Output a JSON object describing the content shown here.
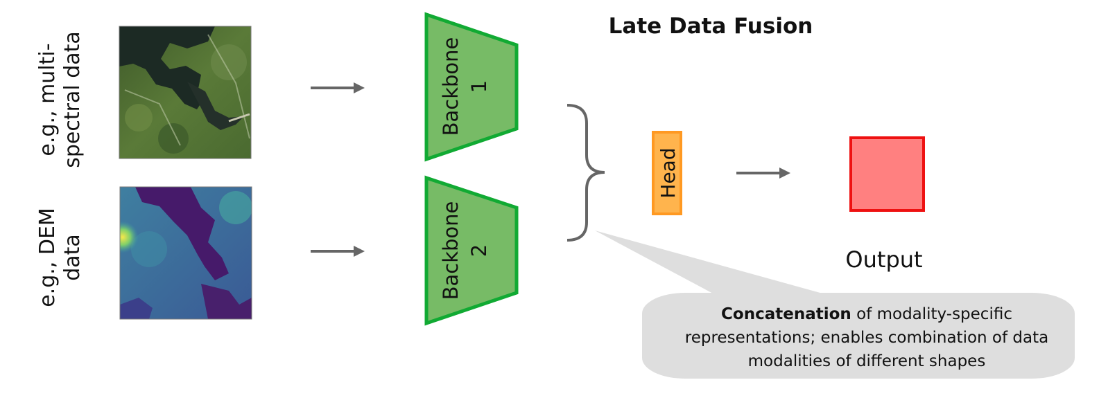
{
  "title": "Late Data Fusion",
  "inputs": [
    {
      "label_lines": [
        "e.g., multi-",
        "spectral data"
      ],
      "image_icon": "satellite-image-thumbnail"
    },
    {
      "label_lines": [
        "e.g., DEM",
        "data"
      ],
      "image_icon": "dem-heatmap-thumbnail"
    }
  ],
  "backbones": [
    {
      "name": "Backbone",
      "number": "1"
    },
    {
      "name": "Backbone",
      "number": "2"
    }
  ],
  "head": {
    "label": "Head"
  },
  "output": {
    "label": "Output"
  },
  "callout": {
    "bold": "Concatenation",
    "line1_rest": " of modality-specific",
    "line2": "representations; enables combination of data",
    "line3": "modalities of different shapes"
  },
  "colors": {
    "backbone_fill": "#77bb66",
    "backbone_stroke": "#11aa33",
    "head_fill": "#ffb44d",
    "head_stroke": "#ff9922",
    "output_fill": "#ff8080",
    "output_stroke": "#ee1111",
    "arrow": "#666666",
    "callout_fill": "#dedede"
  }
}
